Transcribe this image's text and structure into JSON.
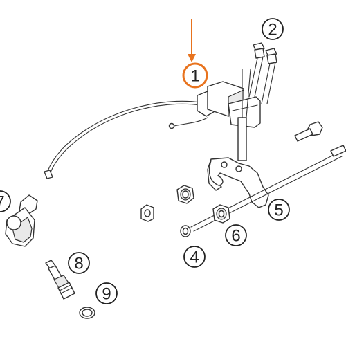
{
  "highlight_color": "#e8731e",
  "line_color": "#333333",
  "callouts": [
    {
      "id": "1",
      "label": "1",
      "highlighted": true
    },
    {
      "id": "2",
      "label": "2"
    },
    {
      "id": "4",
      "label": "4"
    },
    {
      "id": "5",
      "label": "5"
    },
    {
      "id": "6",
      "label": "6"
    },
    {
      "id": "7",
      "label": "7"
    },
    {
      "id": "8",
      "label": "8"
    },
    {
      "id": "9",
      "label": "9"
    }
  ]
}
